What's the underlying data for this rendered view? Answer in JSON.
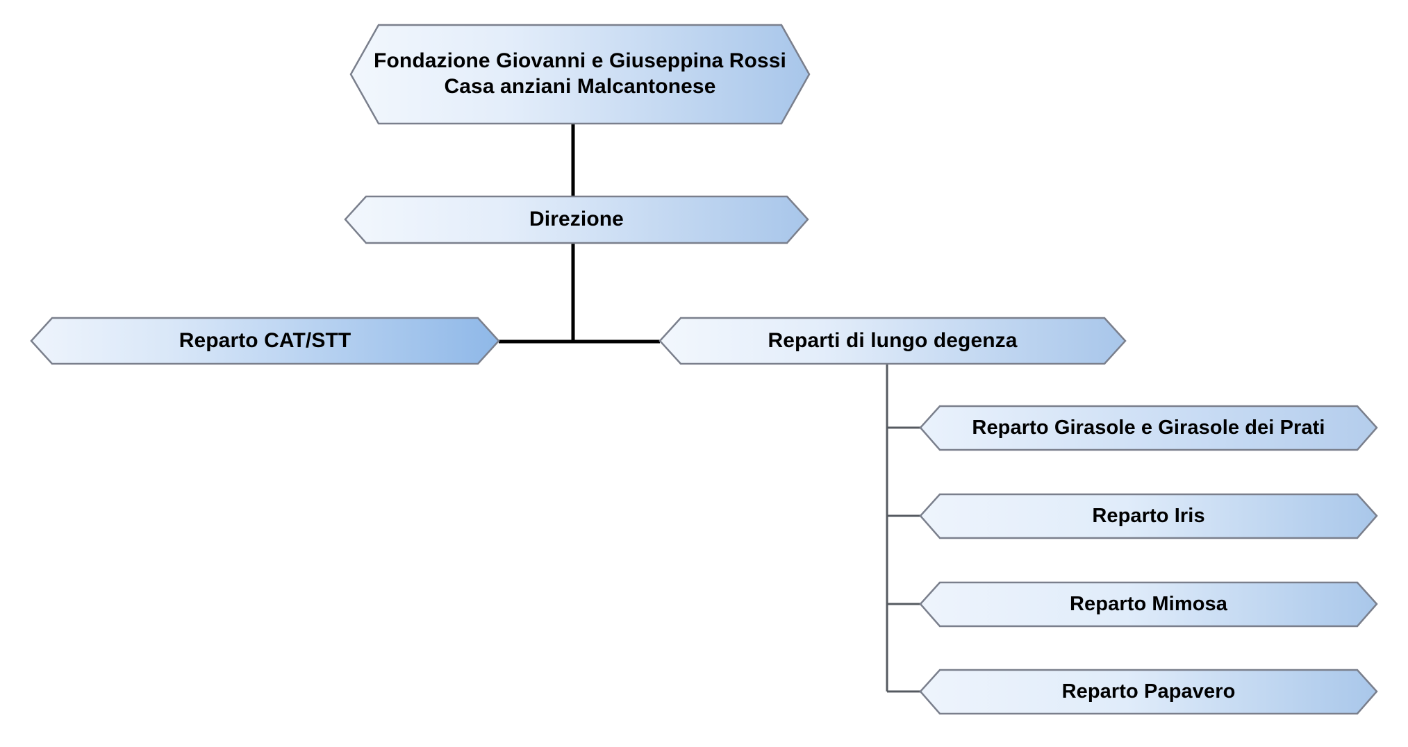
{
  "diagram": {
    "title_text": "Fondazione Giovanni e Giuseppina Rossi\nCasa anziani Malcantonese",
    "nodes": {
      "root": {
        "label": "Fondazione Giovanni e Giuseppina Rossi\nCasa anziani Malcantonese"
      },
      "direzione": {
        "label": "Direzione"
      },
      "cat_stt": {
        "label": "Reparto CAT/STT"
      },
      "lungo_degenza": {
        "label": "Reparti di lungo degenza"
      },
      "children": [
        {
          "label": "Reparto Girasole e Girasole dei Prati"
        },
        {
          "label": "Reparto Iris"
        },
        {
          "label": "Reparto Mimosa"
        },
        {
          "label": "Reparto Papavero"
        }
      ]
    },
    "colors": {
      "gradient_start": "#eef4fc",
      "gradient_end": "#a8c6ea",
      "gradient_end_strong": "#8fb8e8",
      "node_border": "#7a7f8c",
      "connector_main": "#000000",
      "connector_child": "#555a60",
      "background": "#ffffff",
      "text": "#000000"
    }
  }
}
